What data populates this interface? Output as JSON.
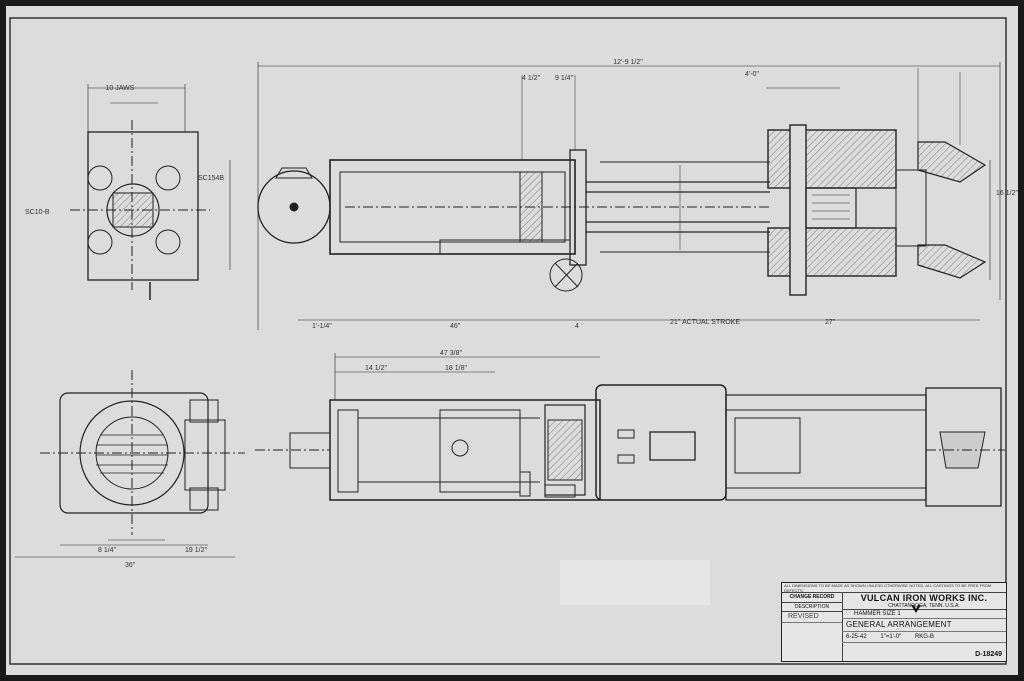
{
  "sheet": {
    "view_labels": {
      "jaws": "10 JAWS",
      "callout_left": "SC10-B",
      "callout_right": "SC154B",
      "actual_stroke": "ACTUAL STROKE"
    },
    "dimensions": {
      "overall_length": "12'-9 1/2\"",
      "top_a": "4 1/2\"",
      "top_b": "9 1/4\"",
      "top_c": "4'-0\"",
      "bottom_left": "1'-1/4\"",
      "bottom_46": "46\"",
      "bottom_4": "4",
      "bottom_stroke": "21\"",
      "bottom_27": "27\"",
      "side_height": "16 1/2\"",
      "elev_width": "36\"",
      "elev_a": "19 1/2\"",
      "elev_b": "8 1/4\"",
      "elev_top_a": "47 3/8\"",
      "elev_top_b": "14 1/2\"",
      "elev_top_c": "18 1/8\""
    }
  },
  "title_block": {
    "notes": "ALL DIMENSIONS TO BE MADE AS SHOWN UNLESS OTHERWISE NOTED. ALL CASTINGS TO BE FREE FROM DEFECTS.",
    "change_record_label": "CHANGE RECORD",
    "description_label": "DESCRIPTION",
    "revision": "REVISED",
    "company": "VULCAN IRON WORKS INC.",
    "city": "CHATTANOOGA, TENN. U.S.A.",
    "hammer": "HAMMER SIZE 1",
    "drawing_title": "GENERAL ARRANGEMENT",
    "date": "6-25-42",
    "scale": "1\"=1'-0\"",
    "drawn_by": "RKG-B",
    "drawing_number": "D-18249"
  }
}
